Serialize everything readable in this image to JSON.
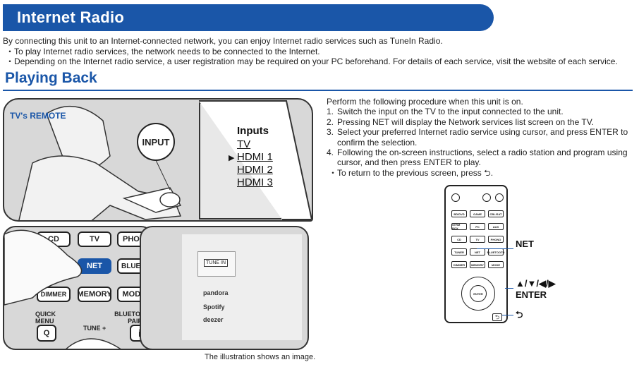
{
  "header": {
    "title": "Internet Radio"
  },
  "intro": {
    "text": "By connecting this unit to an Internet-connected network, you can enjoy Internet radio services such as TuneIn Radio.",
    "bullets": [
      "To play Internet radio services, the network needs to be connected to the Internet.",
      "Depending on the Internet radio service, a user registration may be required on your PC beforehand. For details of each service, visit the website of each service."
    ]
  },
  "section": {
    "title": "Playing Back"
  },
  "illustration": {
    "tv_remote_label": "TV's REMOTE",
    "input_button": "INPUT",
    "inputs_menu": {
      "title": "Inputs",
      "items": [
        "TV",
        "HDMI 1",
        "HDMI 2",
        "HDMI 3"
      ],
      "selected_index": 1
    },
    "remote_buttons": [
      "CD",
      "TV",
      "PHO",
      "NET",
      "BLUETOO",
      "DIMMER",
      "MEMORY",
      "MODE"
    ],
    "remote_labels": {
      "quick_menu": "QUICK MENU",
      "bluetooth_pairing": "BLUETOOTH PAIRING",
      "tune_plus": "TUNE +",
      "q": "Q",
      "i": "i"
    },
    "services": [
      "TUNE IN",
      "pandora",
      "Spotify",
      "deezer"
    ],
    "caption": "The illustration shows an image."
  },
  "procedure": {
    "intro": "Perform the following procedure when this unit is on.",
    "steps": [
      "Switch the input on the TV to the input connected to the unit.",
      "Pressing NET will display the Network services list screen on the TV.",
      "Select your preferred Internet radio service using cursor, and press ENTER to confirm the selection.",
      "Following the on-screen instructions, select a radio station and program using cursor, and then press ENTER to play."
    ],
    "return_note": "To return to the previous screen, press ⮌."
  },
  "mini_remote": {
    "callouts": {
      "net": "NET",
      "cursor": "▲/▼/◀/▶",
      "enter": "ENTER",
      "return": "⮌"
    },
    "buttons": [
      "BD/DVD",
      "GAME",
      "CBL/SAT",
      "STRM BOX",
      "PC",
      "AUX",
      "CD",
      "TV",
      "PHONO",
      "TUNER",
      "NET",
      "BLUETOOTH",
      "DIMMER",
      "MEMORY",
      "MODE"
    ]
  },
  "colors": {
    "accent": "#1a56a8",
    "panel_bg": "#d8d8d8"
  }
}
